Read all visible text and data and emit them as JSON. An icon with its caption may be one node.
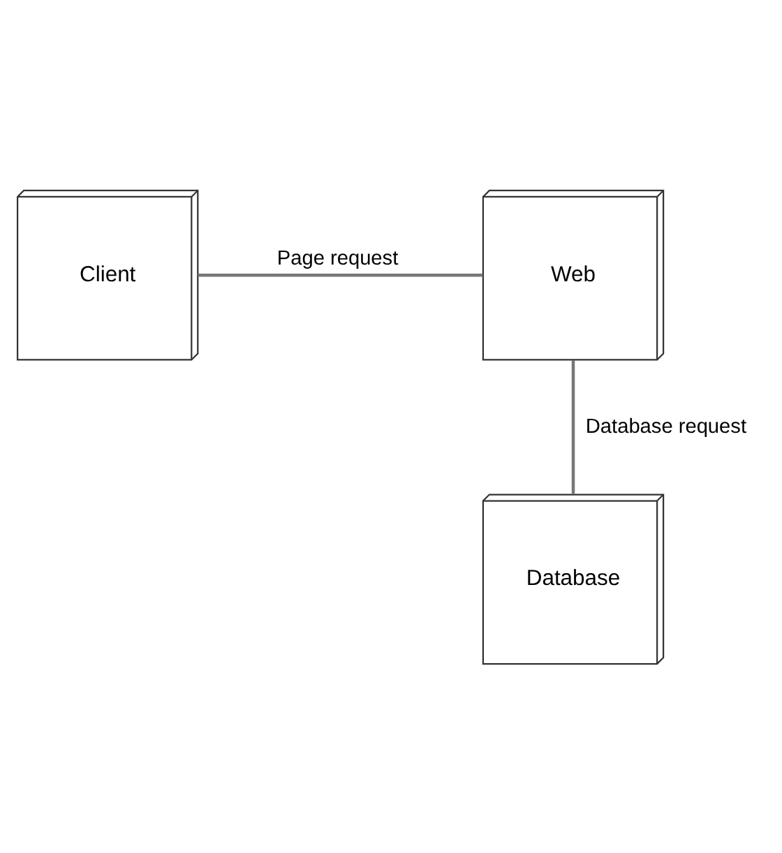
{
  "diagram": {
    "nodes": [
      {
        "text": [
          "Client"
        ]
      },
      {
        "text": [
          "Web"
        ]
      },
      {
        "text": [
          "Database"
        ]
      }
    ],
    "edges": [
      {
        "from": 0,
        "to": 1,
        "arrow": "none",
        "label": "Page request"
      },
      {
        "from": 1,
        "to": 2,
        "arrow": "none",
        "label": "Database request"
      }
    ]
  }
}
